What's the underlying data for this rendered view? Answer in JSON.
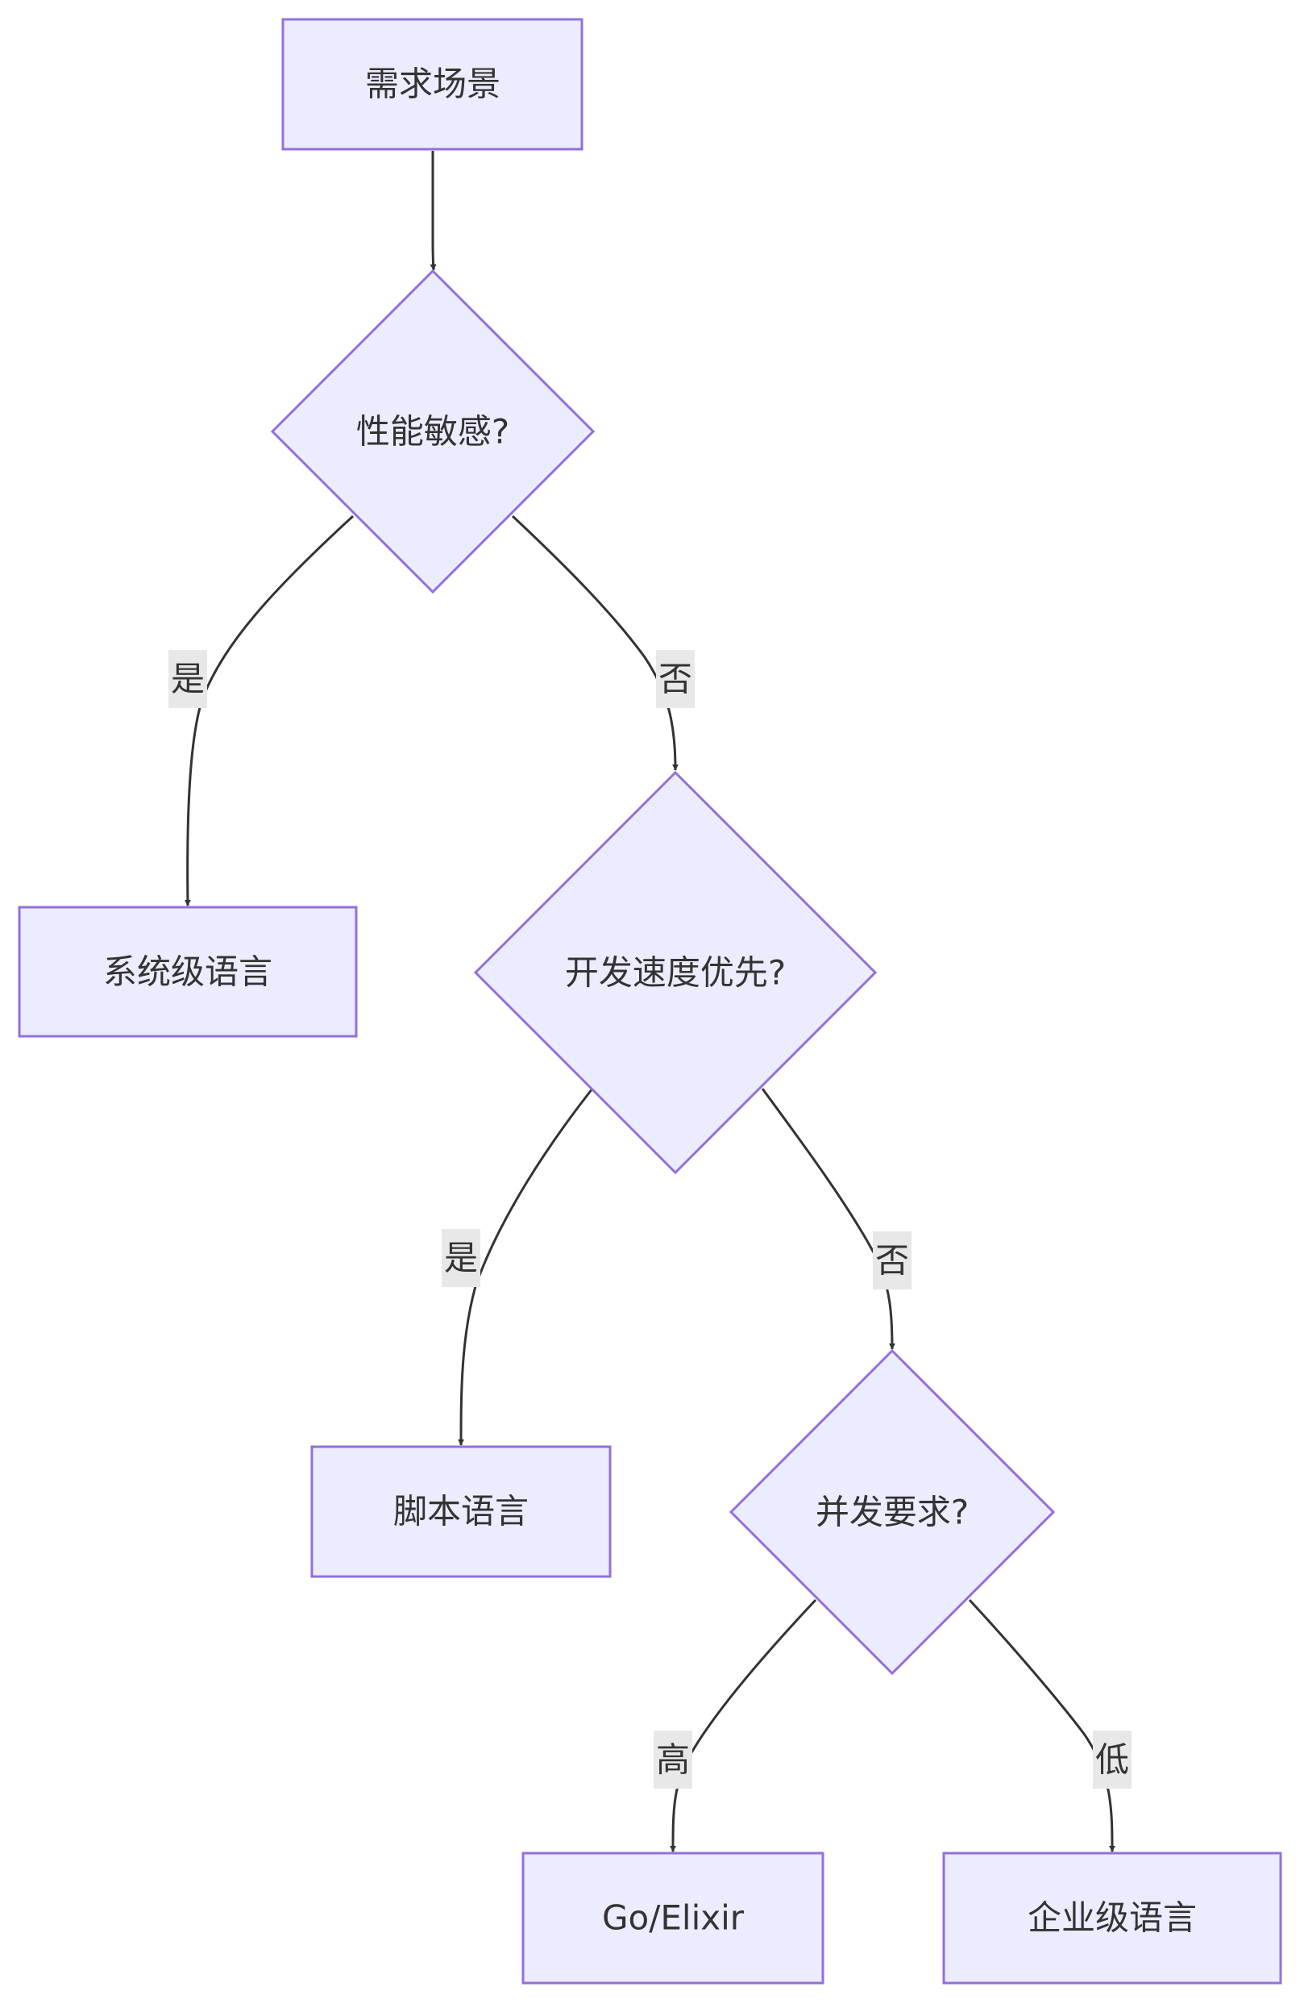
{
  "nodes": {
    "start": "需求场景",
    "perf": "性能敏感?",
    "system_lang": "系统级语言",
    "dev_speed": "开发速度优先?",
    "script_lang": "脚本语言",
    "concurrency": "并发要求?",
    "go_elixir": "Go/Elixir",
    "enterprise_lang": "企业级语言"
  },
  "edges": {
    "perf_yes": "是",
    "perf_no": "否",
    "speed_yes": "是",
    "speed_no": "否",
    "conc_high": "高",
    "conc_low": "低"
  },
  "colors": {
    "node_fill": "#ECECFF",
    "node_stroke": "#9370DB",
    "edge": "#333333",
    "label_bg": "#e8e8e8"
  }
}
